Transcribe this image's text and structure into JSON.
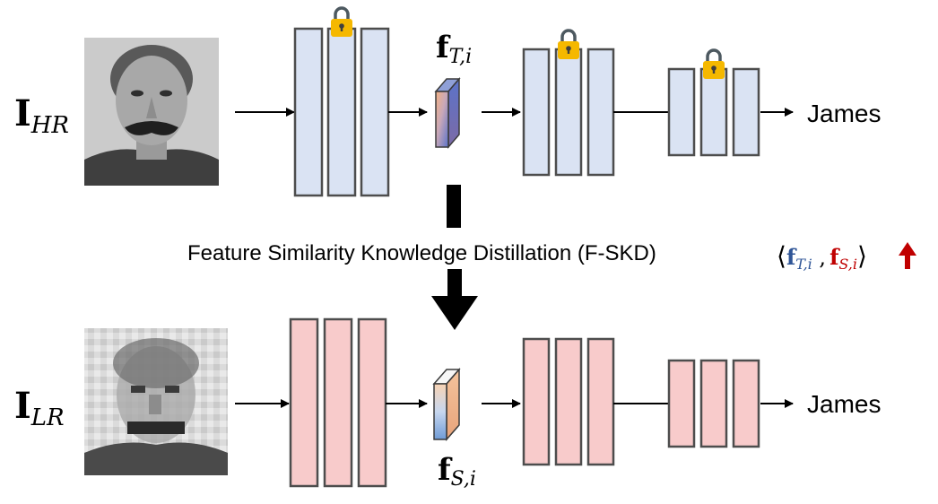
{
  "colors": {
    "teacher_block": "#dae3f3",
    "student_block": "#f8cbcb",
    "block_stroke": "#4d4d4d",
    "teacher_feature": "#4472c4",
    "student_feature": "#c00000",
    "lock_body": "#f5b800",
    "lock_shackle": "#4d5960",
    "arrow": "#000000"
  },
  "icons": [
    "face-photo-hr",
    "face-photo-lr",
    "lock-icon",
    "feature-cube-icon",
    "up-arrow-icon"
  ],
  "teacher": {
    "input_symbol": "I",
    "input_subscript": "HR",
    "feature_symbol": "f",
    "feature_subscript": "T,i",
    "output": "James"
  },
  "student": {
    "input_symbol": "I",
    "input_subscript": "LR",
    "feature_symbol": "f",
    "feature_subscript": "S,i",
    "output": "James"
  },
  "distillation": {
    "label": "Feature Similarity Knowledge Distillation (F-SKD)",
    "open_bracket": "⟨",
    "teacher_symbol": "f",
    "teacher_subscript": "T,i",
    "separator": " ,",
    "student_symbol": "f",
    "student_subscript": "S,i",
    "close_bracket": "⟩"
  }
}
